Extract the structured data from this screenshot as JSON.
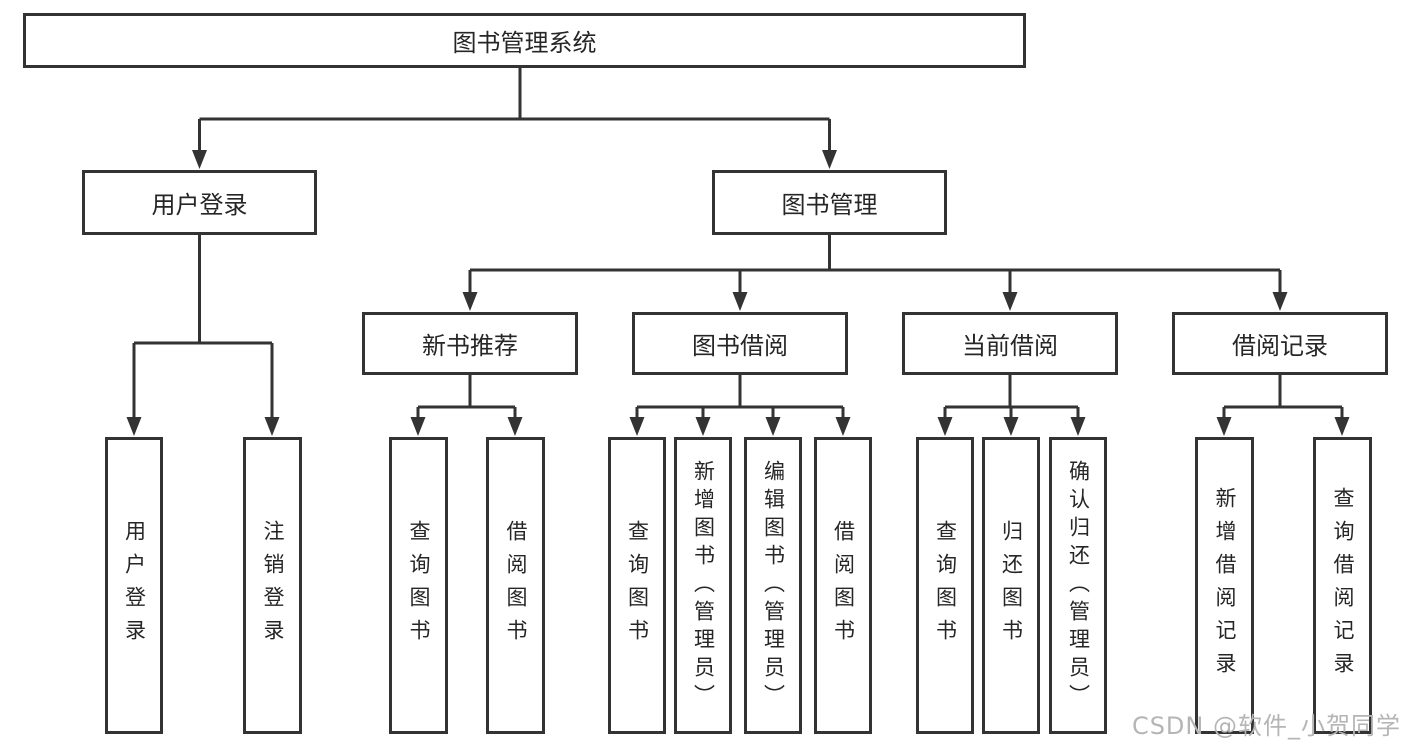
{
  "colors": {
    "line": "#333333",
    "text": "#262626",
    "background": "#ffffff",
    "watermark_color": "#b5b5b5"
  },
  "nodes": {
    "root": {
      "label": "图书管理系统"
    },
    "level2": [
      {
        "label": "用户登录"
      },
      {
        "label": "图书管理"
      }
    ],
    "level3": [
      {
        "label": "新书推荐"
      },
      {
        "label": "图书借阅"
      },
      {
        "label": "当前借阅"
      },
      {
        "label": "借阅记录"
      }
    ],
    "leaves": [
      [
        {
          "label": "用户登录"
        },
        {
          "label": "注销登录"
        }
      ],
      [
        {
          "label": "查询图书"
        },
        {
          "label": "借阅图书"
        }
      ],
      [
        {
          "label": "查询图书"
        },
        {
          "label": "新增图书（管理员）"
        },
        {
          "label": "编辑图书（管理员）"
        },
        {
          "label": "借阅图书"
        }
      ],
      [
        {
          "label": "查询图书"
        },
        {
          "label": "归还图书"
        },
        {
          "label": "确认归还（管理员）"
        }
      ],
      [
        {
          "label": "新增借阅记录"
        },
        {
          "label": "查询借阅记录"
        }
      ]
    ]
  },
  "watermark": "CSDN @软件_小贺同学"
}
